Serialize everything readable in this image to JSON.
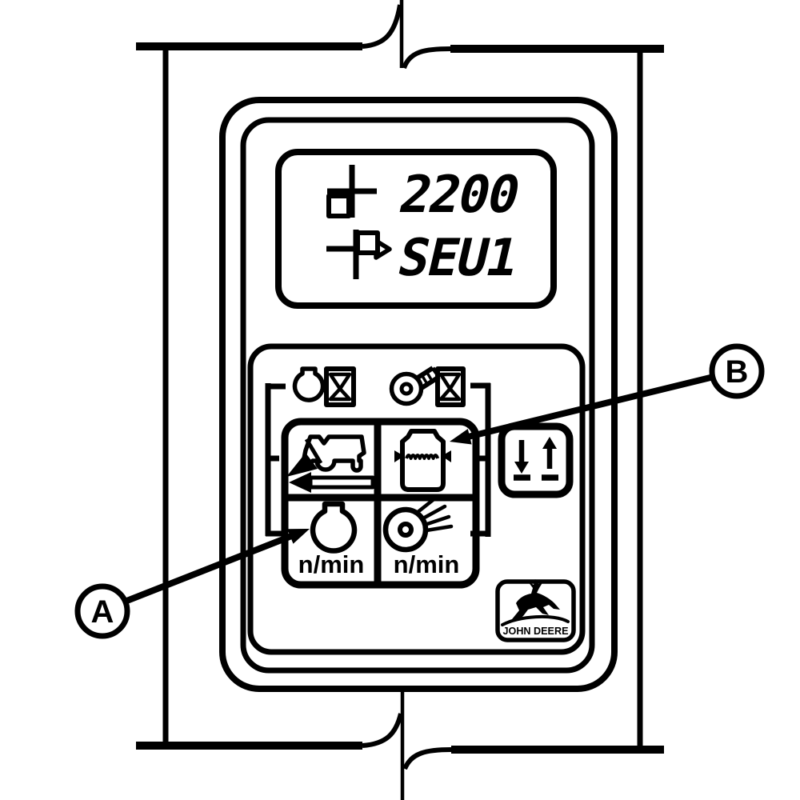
{
  "figure": {
    "type": "operator-manual-illustration",
    "colors": {
      "ink": "#000000",
      "paper": "#ffffff"
    }
  },
  "monitor": {
    "display": {
      "line1": {
        "icon": "counter-square-cross-icon",
        "value": "2200"
      },
      "line2": {
        "icon": "counter-square-cross-arrow-icon",
        "value": "SEU1"
      }
    },
    "hour_meters": {
      "left_icons": [
        "drum-icon",
        "hourglass-icon"
      ],
      "right_icons": [
        "fan-icon",
        "hourglass-icon"
      ]
    },
    "keypad": {
      "buttons": {
        "combine_reverse": {
          "icon": "combine-reverse-arrow-icon"
        },
        "grain_tank": {
          "icon": "grain-tank-level-icon"
        },
        "drum_speed": {
          "icon": "drum-icon",
          "label": "n/min"
        },
        "fan_speed": {
          "icon": "fan-icon",
          "label": "n/min"
        },
        "lower_raise": {
          "icon": "down-up-arrows-icon"
        }
      }
    },
    "logo": {
      "brand": "JOHN DEERE",
      "icon": "leaping-deer-icon"
    }
  },
  "callouts": {
    "a": {
      "label": "A"
    },
    "b": {
      "label": "B"
    }
  }
}
